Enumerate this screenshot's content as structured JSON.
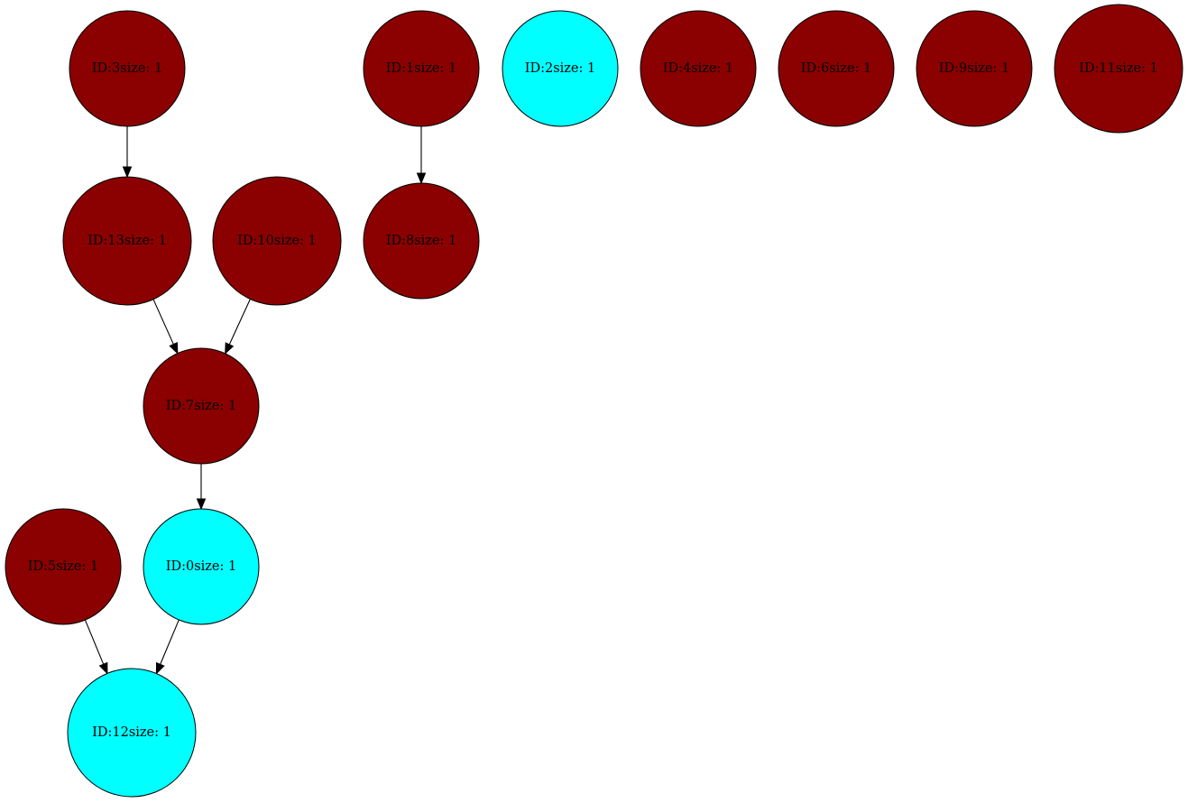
{
  "colors": {
    "dark_node": "#8b0000",
    "light_node": "#00ffff",
    "edge": "#000000"
  },
  "graph": {
    "nodes": [
      {
        "id": "n3",
        "label": "ID:3size: 1",
        "fill": "dark"
      },
      {
        "id": "n1",
        "label": "ID:1size: 1",
        "fill": "dark"
      },
      {
        "id": "n2",
        "label": "ID:2size: 1",
        "fill": "light"
      },
      {
        "id": "n4",
        "label": "ID:4size: 1",
        "fill": "dark"
      },
      {
        "id": "n6",
        "label": "ID:6size: 1",
        "fill": "dark"
      },
      {
        "id": "n9",
        "label": "ID:9size: 1",
        "fill": "dark"
      },
      {
        "id": "n11",
        "label": "ID:11size: 1",
        "fill": "dark"
      },
      {
        "id": "n13",
        "label": "ID:13size: 1",
        "fill": "dark"
      },
      {
        "id": "n10",
        "label": "ID:10size: 1",
        "fill": "dark"
      },
      {
        "id": "n8",
        "label": "ID:8size: 1",
        "fill": "dark"
      },
      {
        "id": "n7",
        "label": "ID:7size: 1",
        "fill": "dark"
      },
      {
        "id": "n5",
        "label": "ID:5size: 1",
        "fill": "dark"
      },
      {
        "id": "n0",
        "label": "ID:0size: 1",
        "fill": "light"
      },
      {
        "id": "n12",
        "label": "ID:12size: 1",
        "fill": "light"
      }
    ],
    "edges": [
      {
        "from": "n3",
        "to": "n13"
      },
      {
        "from": "n1",
        "to": "n8"
      },
      {
        "from": "n13",
        "to": "n7"
      },
      {
        "from": "n10",
        "to": "n7"
      },
      {
        "from": "n7",
        "to": "n0"
      },
      {
        "from": "n5",
        "to": "n12"
      },
      {
        "from": "n0",
        "to": "n12"
      }
    ]
  }
}
